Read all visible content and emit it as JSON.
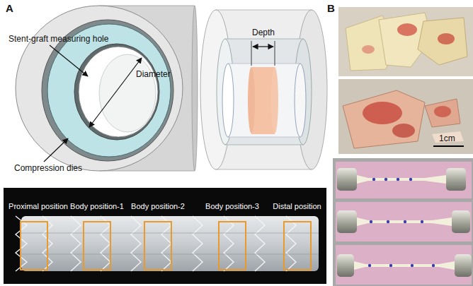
{
  "diagram": {
    "nodes": [
      {
        "text": [
          "Proximal position"
        ]
      },
      {
        "text": [
          "Body position-1"
        ]
      },
      {
        "text": [
          "Body position-2"
        ]
      },
      {
        "text": [
          "Body position-3"
        ]
      },
      {
        "text": [
          "Distal position"
        ]
      }
    ],
    "labels": [
      "A",
      "Stent-graft measuring hole",
      "Diameter",
      "Compression dies",
      "Depth",
      "B",
      "1cm"
    ]
  }
}
